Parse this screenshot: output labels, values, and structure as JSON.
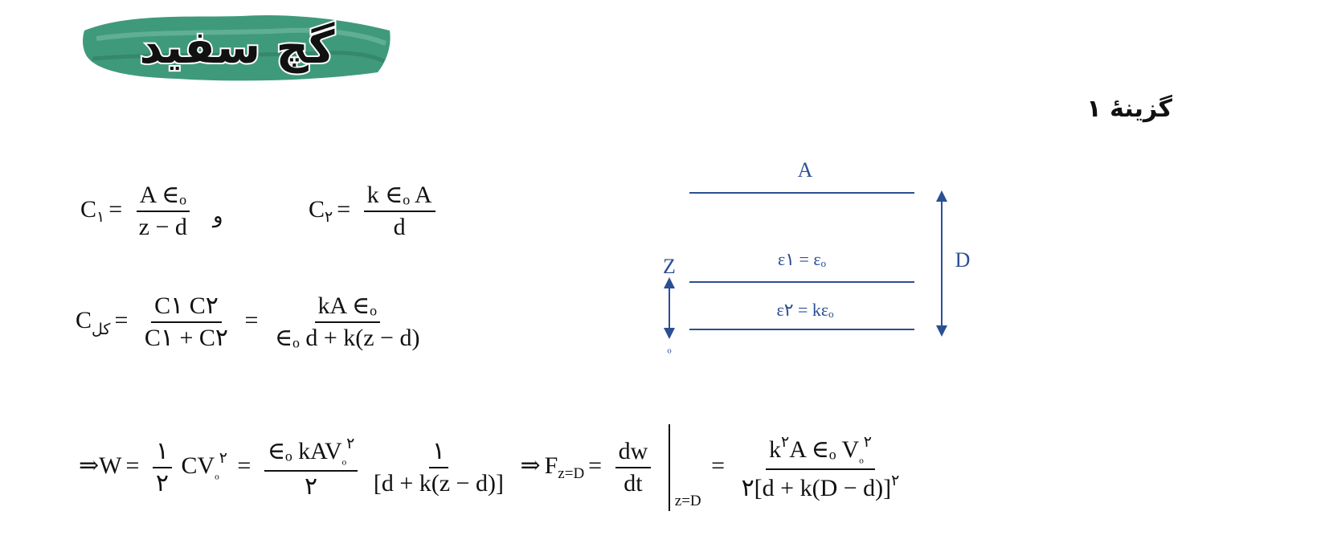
{
  "logo": {
    "text": "گچ سفید",
    "colors": {
      "brush": "#3f9a7c",
      "ink": "#111111",
      "outline": "#ffffff"
    }
  },
  "option_title": "گزینهٔ ۱",
  "eq1": {
    "c1_label": "C",
    "c1_sub": "۱",
    "eq": "=",
    "c1_num": "A ∈ₒ",
    "c1_den": "z − d",
    "connector": "و",
    "c2_label": "C",
    "c2_sub": "۲",
    "c2_num": "k ∈ₒ A",
    "c2_den": "d"
  },
  "eq2": {
    "label": "C",
    "label_sub": "کل",
    "eq": "=",
    "f1_num": "C۱ C۲",
    "f1_den": "C۱ + C۲",
    "f2_num": "kA ∈ₒ",
    "f2_den": "∈ₒ d + k(z − d)"
  },
  "eq3": {
    "arrow": "⇒",
    "W": "W",
    "eq": "=",
    "half_num": "۱",
    "half_den": "۲",
    "cv": "CV",
    "cv_sub": "ₒ",
    "cv_sup": "۲",
    "f1_num": "∈ₒ kAV",
    "f1_num_sub": "ₒ",
    "f1_num_sup": "۲",
    "f1_den": "۲",
    "f2_num": "۱",
    "f2_den": "[d + k(z − d)]",
    "arrow2": "⇒",
    "F": "F",
    "F_sub": "z=D",
    "dw": "dw",
    "dt": "dt",
    "eval_sub": "z=D",
    "f3_num": "k",
    "f3_num_sup": "۲",
    "f3_num_rest": "A ∈ₒ V",
    "f3_num_sub": "ₒ",
    "f3_num_sup2": "۲",
    "f3_den": "۲[d + k(D − d)]",
    "f3_den_sup": "۲"
  },
  "diagram": {
    "color": "#2c4f93",
    "label_A": "A",
    "label_Z": "Z",
    "label_D": "D",
    "label_zero": "ₒ",
    "eps1": "ε۱ = εₒ",
    "eps2": "ε۲ = kεₒ"
  }
}
